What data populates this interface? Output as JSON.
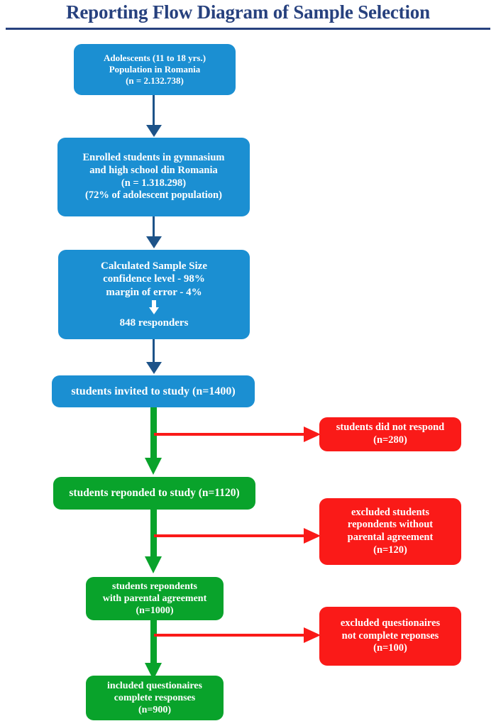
{
  "page": {
    "title": "Reporting Flow Diagram of Sample Selection",
    "colors": {
      "title": "#27417e",
      "blue_node": "#1b8fd2",
      "green_node": "#09a32b",
      "red_node": "#fa1a18",
      "navy_connector": "#1d5389",
      "green_connector": "#09a32b",
      "red_connector": "#fa1a18"
    }
  },
  "nodes": {
    "population": {
      "type": "blue",
      "lines": [
        "Adolescents (11 to 18 yrs.)",
        "Population in Romania",
        "(n = 2.132.738)"
      ]
    },
    "enrolled": {
      "type": "blue",
      "lines": [
        "Enrolled students in gymnasium",
        "and high school din Romania",
        "(n = 1.318.298)",
        "(72% of adolescent population)"
      ]
    },
    "sample_size": {
      "type": "blue",
      "lines": [
        "Calculated Sample Size",
        "confidence level - 98%",
        "margin of error - 4%"
      ],
      "result": "848 responders",
      "inner_icon": "down-arrow-icon"
    },
    "invited": {
      "type": "blue",
      "lines": [
        "students invited to study (n=1400)"
      ]
    },
    "no_respond": {
      "type": "red",
      "lines": [
        "students did not respond",
        "(n=280)"
      ]
    },
    "responded": {
      "type": "green",
      "lines": [
        "students reponded to study (n=1120)"
      ]
    },
    "excluded_no_parental": {
      "type": "red",
      "lines": [
        "excluded students",
        "repondents without",
        "parental agreement",
        "(n=120)"
      ]
    },
    "with_parental": {
      "type": "green",
      "lines": [
        "students repondents",
        "with parental agreement",
        "(n=1000)"
      ]
    },
    "excluded_incomplete": {
      "type": "red",
      "lines": [
        "excluded questionaires",
        "not complete reponses",
        "(n=100)"
      ]
    },
    "included": {
      "type": "green",
      "lines": [
        "included questionaires",
        "complete responses",
        "(n=900)"
      ]
    }
  },
  "chart_data": {
    "type": "diagram",
    "title": "Reporting Flow Diagram of Sample Selection",
    "flow": [
      {
        "step": 1,
        "label": "Adolescents (11 to 18 yrs.) Population in Romania",
        "n": 2132738,
        "color": "blue"
      },
      {
        "step": 2,
        "label": "Enrolled students in gymnasium and high school din Romania",
        "n": 1318298,
        "percent_of_adolescent_population": 72,
        "color": "blue"
      },
      {
        "step": 3,
        "label": "Calculated Sample Size",
        "confidence_level": "98%",
        "margin_of_error": "4%",
        "n": 848,
        "color": "blue"
      },
      {
        "step": 4,
        "label": "students invited to study",
        "n": 1400,
        "color": "blue"
      },
      {
        "step": 5,
        "label": "students reponded to study",
        "n": 1120,
        "color": "green"
      },
      {
        "step": 6,
        "label": "students repondents with parental agreement",
        "n": 1000,
        "color": "green"
      },
      {
        "step": 7,
        "label": "included questionaires complete responses",
        "n": 900,
        "color": "green"
      }
    ],
    "exclusions": [
      {
        "from_step": 4,
        "label": "students did not respond",
        "n": 280,
        "color": "red"
      },
      {
        "from_step": 5,
        "label": "excluded students repondents without parental agreement",
        "n": 120,
        "color": "red"
      },
      {
        "from_step": 6,
        "label": "excluded questionaires not complete reponses",
        "n": 100,
        "color": "red"
      }
    ]
  }
}
